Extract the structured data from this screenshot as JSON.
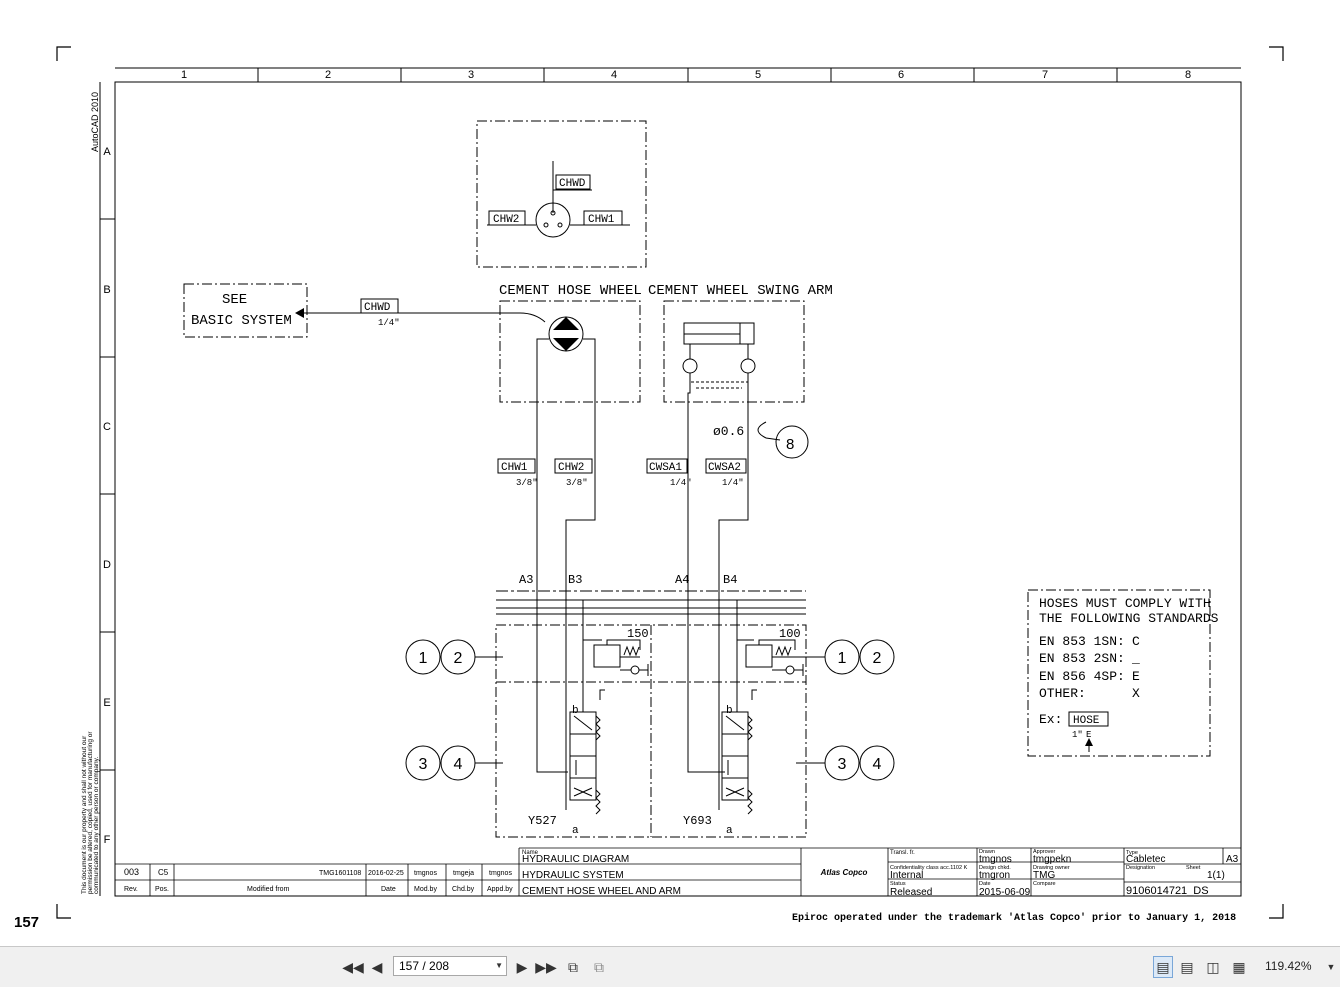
{
  "document": {
    "autocad_label": "AutoCAD 2010",
    "confidential_note": [
      "This document is our property and shall not without our",
      "permission be altered, copied, used for manufacturing or",
      "communicated to any other person or company."
    ],
    "trademark_note": "Epiroc operated under the trademark 'Atlas Copco' prior to January 1, 2018",
    "page_number": "157"
  },
  "grid": {
    "columns": [
      "1",
      "2",
      "3",
      "4",
      "5",
      "6",
      "7",
      "8"
    ],
    "rows": [
      "A",
      "B",
      "C",
      "D",
      "E",
      "F"
    ]
  },
  "schematic": {
    "top_connector": {
      "chwd": "CHWD",
      "chw2": "CHW2",
      "chw1": "CHW1"
    },
    "basic_system": {
      "line1": "SEE",
      "line2": "BASIC SYSTEM",
      "hose_tag": "CHWD",
      "hose_size": "1/4\""
    },
    "cement_hose_wheel": "CEMENT HOSE WHEEL",
    "cement_wheel_swing_arm": "CEMENT WHEEL SWING ARM",
    "orifice": "ø0.6",
    "balloon_8": "8",
    "hoses": [
      {
        "tag": "CHW1",
        "size": "3/8\""
      },
      {
        "tag": "CHW2",
        "size": "3/8\""
      },
      {
        "tag": "CWSA1",
        "size": "1/4\""
      },
      {
        "tag": "CWSA2",
        "size": "1/4\""
      }
    ],
    "ports": [
      "A3",
      "B3",
      "A4",
      "B4"
    ],
    "relief_left": "150",
    "relief_right": "100",
    "valve_labels": {
      "b": "b",
      "a": "a"
    },
    "solenoids": [
      "Y527",
      "Y693"
    ],
    "balloons": [
      "1",
      "2",
      "3",
      "4"
    ]
  },
  "standards_box": {
    "line1": "HOSES MUST COMPLY WITH",
    "line2": "THE FOLLOWING STANDARDS",
    "rows": [
      {
        "std": "EN 853 1SN:",
        "code": "C"
      },
      {
        "std": "EN 853 2SN:",
        "code": "_"
      },
      {
        "std": "EN 856 4SP:",
        "code": "E"
      },
      {
        "std": "OTHER:",
        "code": "X"
      }
    ],
    "example_label": "Ex:",
    "example_tag": "HOSE",
    "example_size": "1\"",
    "example_code": "E"
  },
  "title_block": {
    "rev": "003",
    "pos": "C5",
    "modified_from": "TMG1601108",
    "mod_date": "2016-02-25",
    "mod_by": "tmgnos",
    "chd_by": "tmgeja",
    "appd_by": "tmgnos",
    "hdr_rev": "Rev.",
    "hdr_pos": "Pos.",
    "hdr_modified": "Modified from",
    "hdr_date": "Date",
    "hdr_modby": "Mod.by",
    "hdr_chdby": "Chd.by",
    "hdr_appdby": "Appd.by",
    "name_label": "Name",
    "title1": "HYDRAULIC DIAGRAM",
    "title2": "HYDRAULIC SYSTEM",
    "title3": "CEMENT HOSE WHEEL AND ARM",
    "logo": "Atlas Copco",
    "transl_label": "Transl. fr.",
    "conf_label": "Confidentiality class acc.1102 K",
    "conf_value": "Internal",
    "status_label": "Status",
    "status_value": "Released",
    "drawn_label": "Drawn",
    "drawn_value": "tmgnos",
    "design_label": "Design chkd.",
    "design_value": "tmgron",
    "date_label": "Date",
    "date_value": "2015-06-09",
    "approver_label": "Approver",
    "approver_value": "tmgpekn",
    "owner_label": "Drawing owner",
    "owner_value": "TMG",
    "compare_label": "Compare",
    "type_label": "Type",
    "type_value": "Cabletec",
    "designation_label": "Designation",
    "sheet_label": "Sheet",
    "sheet_value": "1(1)",
    "size": "A3",
    "doc_number": "9106014721_DS"
  },
  "viewer": {
    "page_field": "157 / 208",
    "zoom": "119.42%"
  }
}
